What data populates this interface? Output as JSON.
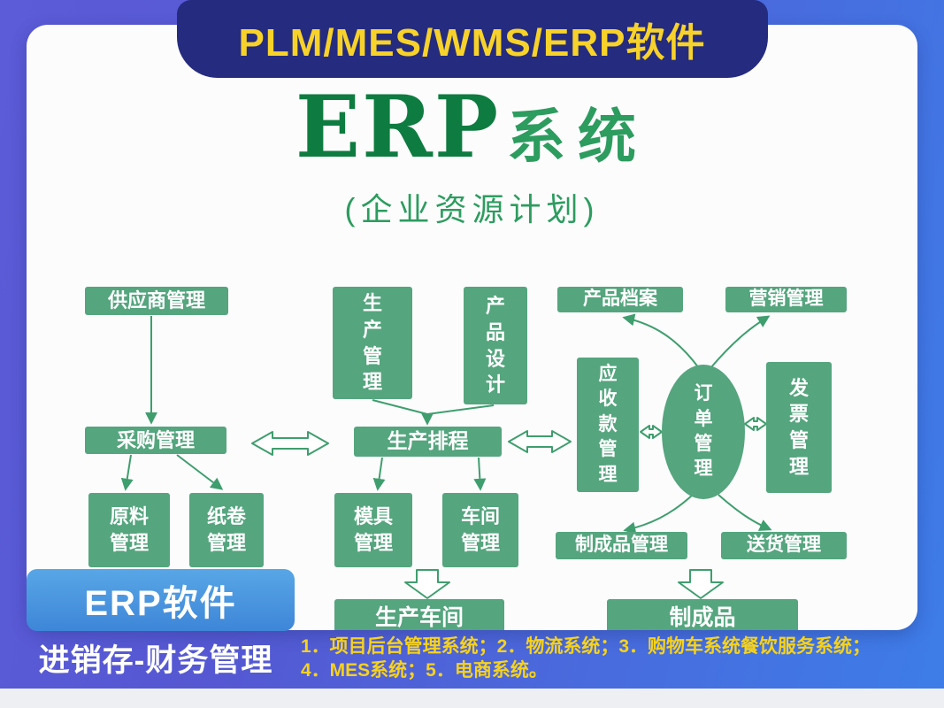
{
  "banner": {
    "title": "PLM/MES/WMS/ERP软件"
  },
  "title": {
    "en": "ERP",
    "cn": "系统",
    "subtitle": "(企业资源计划)"
  },
  "diagram": {
    "nodes": {
      "supplier_mgmt": "供应商管理",
      "purchase_mgmt": "采购管理",
      "raw_material_mgmt": "原料管理",
      "paper_roll_mgmt": "纸卷管理",
      "production_mgmt": "生产管理",
      "product_design": "产品设计",
      "production_scheduling": "生产排程",
      "mold_mgmt": "模具管理",
      "workshop_mgmt": "车间管理",
      "production_workshop": "生产车间",
      "product_archive": "产品档案",
      "marketing_mgmt": "营销管理",
      "receivables_mgmt": "应收款管理",
      "order_mgmt": "订单管理",
      "invoice_mgmt": "发票管理",
      "finished_goods_mgmt": "制成品管理",
      "delivery_mgmt": "送货管理",
      "finished_goods": "制成品"
    }
  },
  "footer": {
    "erp_box": "ERP软件",
    "left_caption": "进销存-财务管理",
    "notes_line1": "1．项目后台管理系统；2．物流系统；3．购物车系统餐饮服务系统；",
    "notes_line2": "4．MES系统；5．电商系统。"
  },
  "colors": {
    "banner_bg": "#252b7e",
    "banner_text": "#f7d22a",
    "title_green_dark": "#0e7c40",
    "title_green": "#2d9c5f",
    "node_green": "#55a57e",
    "line_green": "#3f9e6e",
    "footer_blue": "#4796dd",
    "note_yellow": "#f6d21d",
    "background_left": "#5c5bd8",
    "background_right": "#3d7de8"
  }
}
